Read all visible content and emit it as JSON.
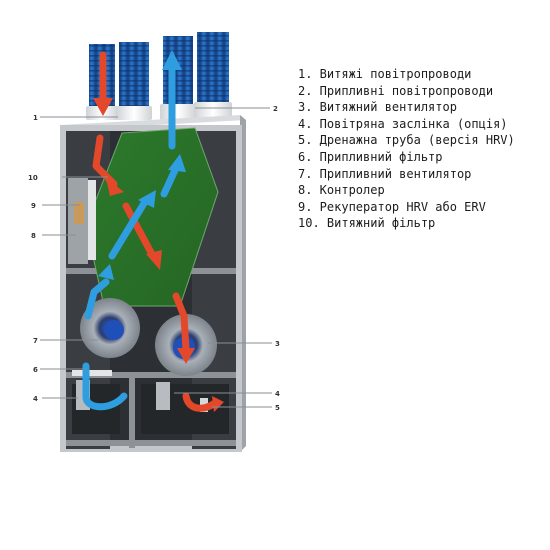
{
  "legend": [
    "1. Витяжі повітропроводи",
    "2. Припливні повітропроводи",
    "3. Витяжний вентилятор",
    "4. Повітряна заслінка (опція)",
    "5. Дренажна труба (версія HRV)",
    "6. Припливний фільтр",
    "7. Припливний вентилятор",
    "8. Контролер",
    "9. Рекуператор HRV або ERV",
    "10. Витяжний фільтр"
  ],
  "callouts": {
    "c1": "1",
    "c2": "2",
    "c3": "3",
    "c4a": "4",
    "c4b": "4",
    "c5": "5",
    "c6": "6",
    "c7": "7",
    "c8": "8",
    "c9": "9",
    "c10": "10"
  },
  "colors": {
    "exhaust_arrow": "#e4482a",
    "supply_arrow": "#2f9ee0",
    "duct": "#1f5fb0",
    "heat_exchanger": "#2f7a2f",
    "casing": "#c4c8cc",
    "interior": "#2c2f33"
  }
}
